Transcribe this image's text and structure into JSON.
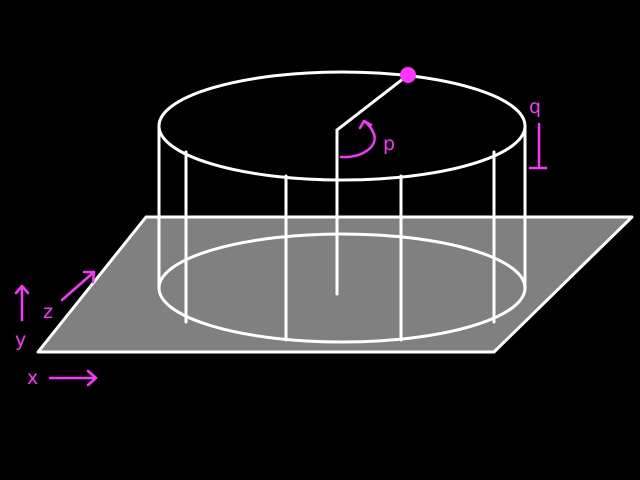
{
  "colors": {
    "background": "#000000",
    "plane": "#808080",
    "wire": "#ffffff",
    "accent": "#ff33ff"
  },
  "labels": {
    "p": "p",
    "q": "q",
    "x": "x",
    "y": "y",
    "z": "z"
  },
  "icons": {
    "point": "filled-circle",
    "rotation": "curved-arrow",
    "direction": "straight-arrow"
  }
}
